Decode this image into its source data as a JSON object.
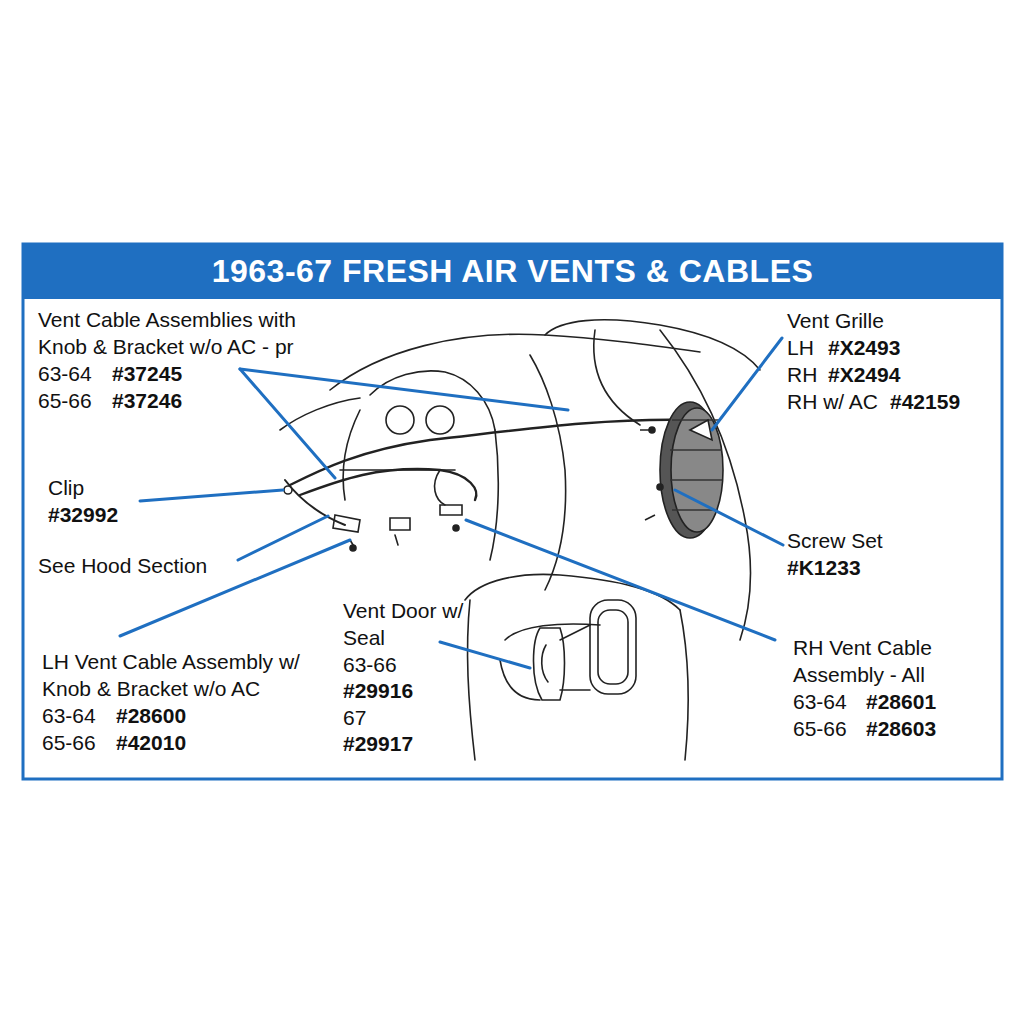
{
  "diagram": {
    "title": "1963-67 FRESH AIR VENTS & CABLES",
    "labels": [
      "Vent Cable Assemblies with Knob & Bracket w/o AC - pr",
      "63-64",
      "#37245",
      "65-66",
      "#37246",
      "Clip",
      "#32992",
      "See Hood Section",
      "LH Vent Cable Assembly w/ Knob & Bracket w/o AC",
      "63-64",
      "#28600",
      "65-66",
      "#42010",
      "Vent Door w/ Seal",
      "63-66",
      "#29916",
      "67",
      "#29917",
      "Vent Grille",
      "LH",
      "#X2493",
      "RH",
      "#X2494",
      "RH w/ AC",
      "#42159",
      "Screw Set",
      "#K1233",
      "RH Vent Cable Assembly - All",
      "63-64",
      "#28601",
      "65-66",
      "#28603"
    ]
  }
}
